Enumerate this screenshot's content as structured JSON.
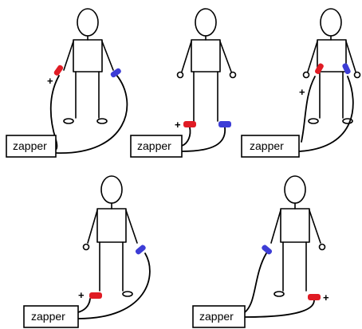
{
  "device_label": "zapper",
  "positive_sign": "+",
  "colors": {
    "positive_electrode": "#e01b24",
    "negative_electrode": "#3d3dd6",
    "line": "#000000"
  },
  "panels": [
    {
      "id": "wrist-to-wrist",
      "positive": "left-wrist",
      "negative": "right-wrist"
    },
    {
      "id": "ankle-to-ankle",
      "positive": "left-ankle",
      "negative": "right-ankle"
    },
    {
      "id": "hand-to-hand",
      "positive": "left-hand",
      "negative": "right-hand"
    },
    {
      "id": "ankle-to-wrist",
      "positive": "left-ankle",
      "negative": "right-wrist"
    },
    {
      "id": "wrist-to-ankle",
      "positive": "right-ankle",
      "negative": "left-wrist"
    }
  ]
}
